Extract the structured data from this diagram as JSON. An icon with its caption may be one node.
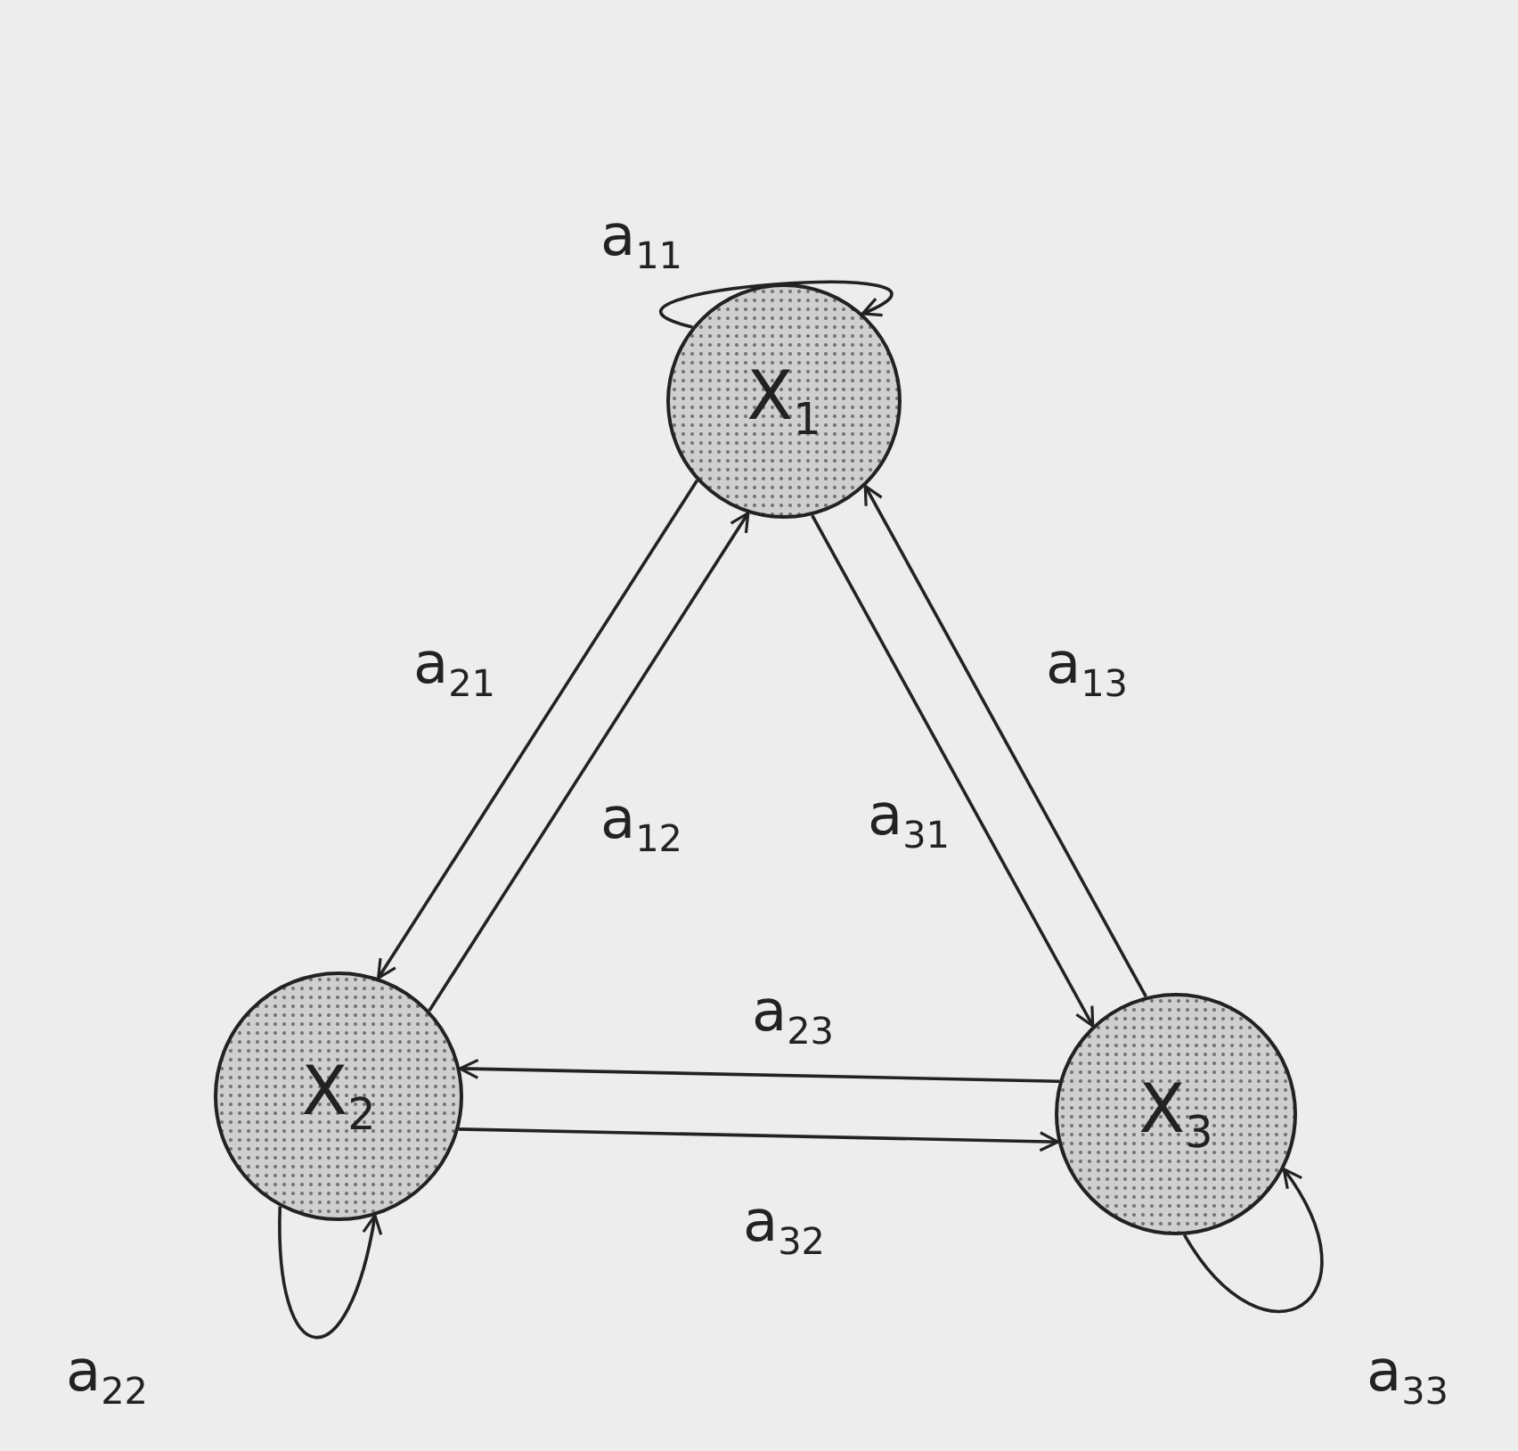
{
  "diagram": {
    "nodes": [
      {
        "text": [
          "X$_{1}$"
        ]
      },
      {
        "text": [
          "X$_{2}$"
        ]
      },
      {
        "text": [
          "X$_{3}$"
        ]
      }
    ],
    "edges": [
      {
        "from": 0,
        "to": 0,
        "arrow": "to",
        "label": "a$_{11}$"
      },
      {
        "from": 0,
        "to": 1,
        "arrow": "to",
        "label": "a$_{21}$"
      },
      {
        "from": 1,
        "to": 0,
        "arrow": "to",
        "label": "a$_{12}$"
      },
      {
        "from": 0,
        "to": 2,
        "arrow": "to",
        "label": "a$_{31}$"
      },
      {
        "from": 2,
        "to": 0,
        "arrow": "to",
        "label": "a$_{13}$"
      },
      {
        "from": 2,
        "to": 1,
        "arrow": "to",
        "label": "a$_{23}$"
      },
      {
        "from": 1,
        "to": 2,
        "arrow": "to",
        "label": "a$_{32}$"
      },
      {
        "from": 1,
        "to": 1,
        "arrow": "to",
        "label": "a$_{22}$"
      },
      {
        "from": 2,
        "to": 2,
        "arrow": "to",
        "label": "a$_{33}$"
      }
    ]
  }
}
